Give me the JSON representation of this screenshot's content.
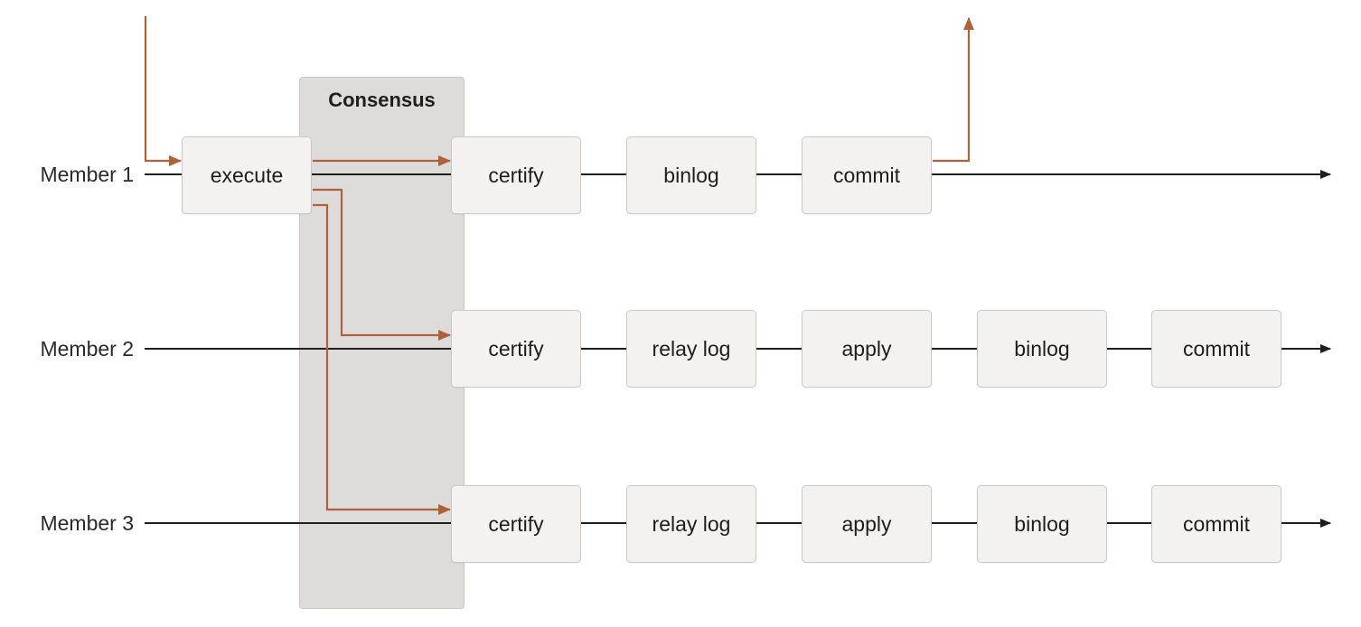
{
  "consensus": {
    "label": "Consensus"
  },
  "members": [
    {
      "label": "Member 1",
      "steps": [
        "execute",
        "certify",
        "binlog",
        "commit"
      ]
    },
    {
      "label": "Member 2",
      "steps": [
        "certify",
        "relay log",
        "apply",
        "binlog",
        "commit"
      ]
    },
    {
      "label": "Member 3",
      "steps": [
        "certify",
        "relay log",
        "apply",
        "binlog",
        "commit"
      ]
    }
  ],
  "colors": {
    "timeline": "#1e1e1e",
    "flow_arrow": "#b0613a",
    "box_fill": "#f3f2f1",
    "box_border": "#cbc8c5",
    "consensus_fill": "#dddcdb"
  }
}
